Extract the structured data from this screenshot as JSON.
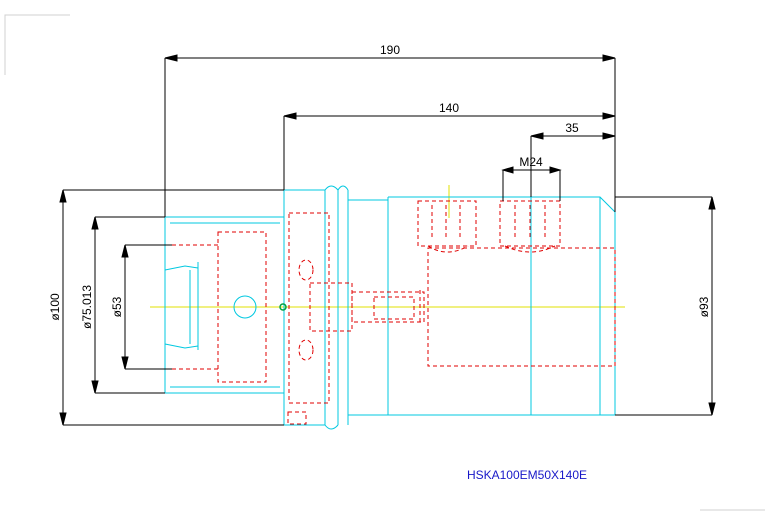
{
  "drawing": {
    "part_code": "HSKA100EM50X140E",
    "dimensions": {
      "overall_length": "190",
      "body_length": "140",
      "thread_offset": "35",
      "thread_size": "M24",
      "dia_flange": "ø100",
      "dia_inner": "ø75.013",
      "dia_bore": "ø53",
      "dia_body": "ø93"
    }
  },
  "colors": {
    "outline": "#00c8e0",
    "hidden": "#e00000",
    "dimension": "#000000",
    "centerline": "#e0e000",
    "label": "#1818c8"
  }
}
